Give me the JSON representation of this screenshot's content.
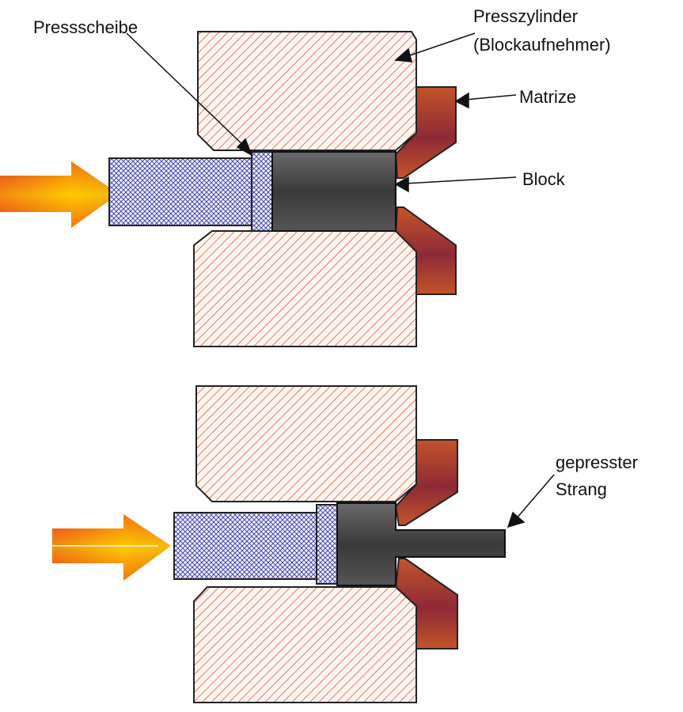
{
  "labels": {
    "pressscheibe": "Pressscheibe",
    "presszylinder_line1": "Presszylinder",
    "presszylinder_line2": "(Blockaufnehmer)",
    "matrize": "Matrize",
    "block": "Block",
    "strang_line1": "gepresster",
    "strang_line2": "Strang"
  },
  "colors": {
    "container_hatch": "#e8553a",
    "container_bg": "#fff5f0",
    "die": "#b24a2e",
    "die_dark": "#8e2a30",
    "billet": "#4a4a4a",
    "ram_crosshatch": "#3a3aa8",
    "arrow_outer": "#e53b1f",
    "arrow_inner": "#ffd800"
  }
}
